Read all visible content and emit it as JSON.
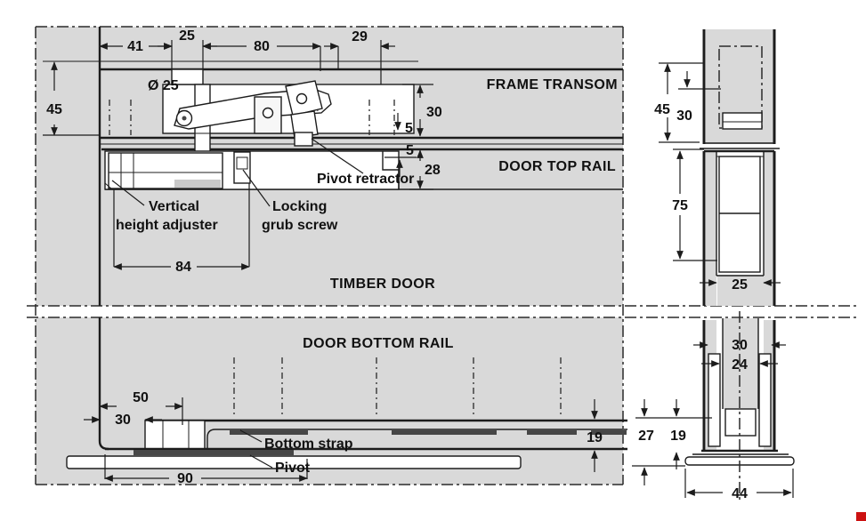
{
  "meta": {
    "panel_gray": "#d9d9d9",
    "line_color": "#1c1c1c",
    "accent_red": "#cc1111"
  },
  "elevation": {
    "sections": {
      "frame_transom": "FRAME TRANSOM",
      "door_top_rail": "DOOR TOP RAIL",
      "timber_door": "TIMBER DOOR",
      "door_bottom_rail": "DOOR BOTTOM RAIL"
    },
    "parts": {
      "pivot_retractor": "Pivot retractor",
      "vertical_adjuster_l1": "Vertical",
      "vertical_adjuster_l2": "height adjuster",
      "locking_screw_l1": "Locking",
      "locking_screw_l2": "grub screw",
      "bottom_strap": "Bottom strap",
      "pivot": "Pivot"
    },
    "dims": {
      "d41": "41",
      "d25_top": "25",
      "d80": "80",
      "d29": "29",
      "d45": "45",
      "d25_dia": "Ø 25",
      "d30_recess": "30",
      "d5_upper": "5",
      "d5_lower": "5",
      "d28": "28",
      "d84": "84",
      "d50": "50",
      "d30_bottom": "30",
      "d90": "90",
      "d19": "19"
    }
  },
  "side": {
    "dims": {
      "d45": "45",
      "d30_top": "30",
      "d75": "75",
      "d25": "25",
      "d30_rail": "30",
      "d24": "24",
      "d27": "27",
      "d19": "19",
      "d44": "44"
    }
  }
}
